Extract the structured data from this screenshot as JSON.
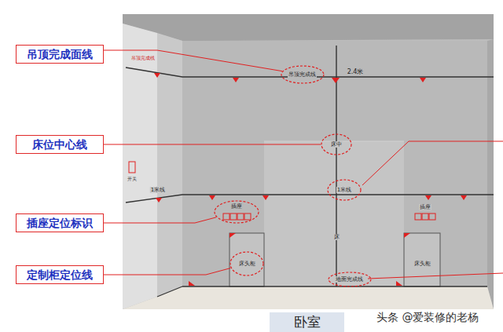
{
  "diagram": {
    "caption": "卧室",
    "nodes": [
      {
        "text": [
          "吊顶完成面线"
        ]
      },
      {
        "text": [
          "床位中心线"
        ]
      },
      {
        "text": [
          "插座定位标识"
        ]
      },
      {
        "text": [
          "定制柜定位线"
        ]
      },
      {
        "text": [
          "吊顶完成线"
        ]
      },
      {
        "text": [
          "床中"
        ]
      },
      {
        "text": [
          "插座"
        ]
      },
      {
        "text": [
          "1米线"
        ]
      },
      {
        "text": [
          "床头柜"
        ]
      },
      {
        "text": [
          "地面完成线"
        ]
      }
    ],
    "edges": [
      {
        "from": 0,
        "to": 4,
        "arrow": "none"
      },
      {
        "from": 1,
        "to": 5,
        "arrow": "none"
      },
      {
        "from": 2,
        "to": 6,
        "arrow": "none"
      },
      {
        "from": 3,
        "to": 8,
        "arrow": "none"
      }
    ],
    "labels": [
      "2.4米",
      "吊顶完成线",
      "1米线",
      "床",
      "插座",
      "床头柜",
      "开关",
      "头条 @爱装修的老杨"
    ]
  }
}
